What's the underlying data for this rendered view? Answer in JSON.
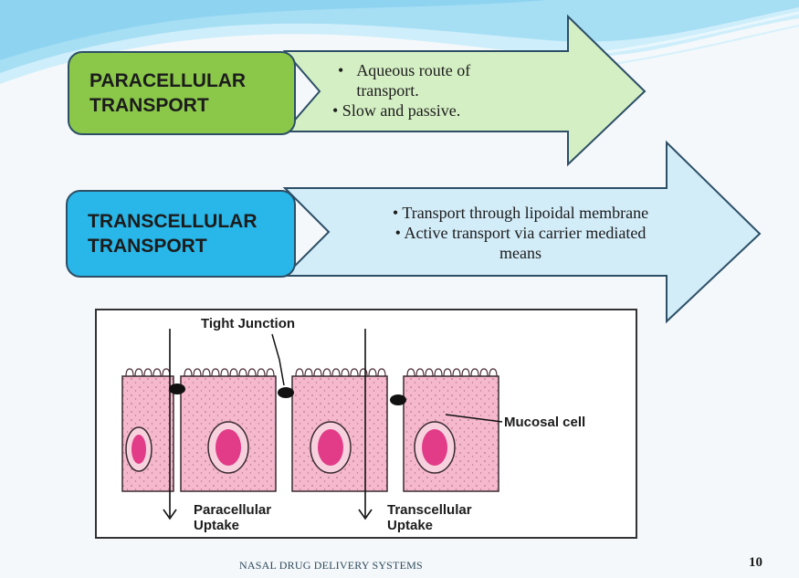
{
  "paracellular": {
    "title_line1": "PARACELLULAR",
    "title_line2": "TRANSPORT",
    "bullet1_line1": "Aqueous route of",
    "bullet1_line2": "transport.",
    "bullet2": "• Slow and passive.",
    "bullet_symbol": "•",
    "box_color": "#8bc84a",
    "arrow_color": "#d5efc4"
  },
  "transcellular": {
    "title_line1": "TRANSCELLULAR",
    "title_line2": "TRANSPORT",
    "bullet1": "• Transport through lipoidal membrane",
    "bullet2_line1": "• Active transport via carrier mediated",
    "bullet2_line2": "means",
    "box_color": "#29b6e8",
    "arrow_color": "#d2ecf8"
  },
  "diagram": {
    "tight_junction_label": "Tight Junction",
    "mucosal_cell_label": "Mucosal cell",
    "paracellular_uptake_line1": "Paracellular",
    "paracellular_uptake_line2": "Uptake",
    "transcellular_uptake_line1": "Transcellular",
    "transcellular_uptake_line2": "Uptake",
    "cell_color": "#f5b8cc",
    "nucleus_color": "#e23b87"
  },
  "footer": {
    "text": "NASAL DRUG DELIVERY SYSTEMS",
    "page_number": "10"
  },
  "theme": {
    "wave_color": "#8ed4f0",
    "outline_color": "#2c4f66"
  }
}
